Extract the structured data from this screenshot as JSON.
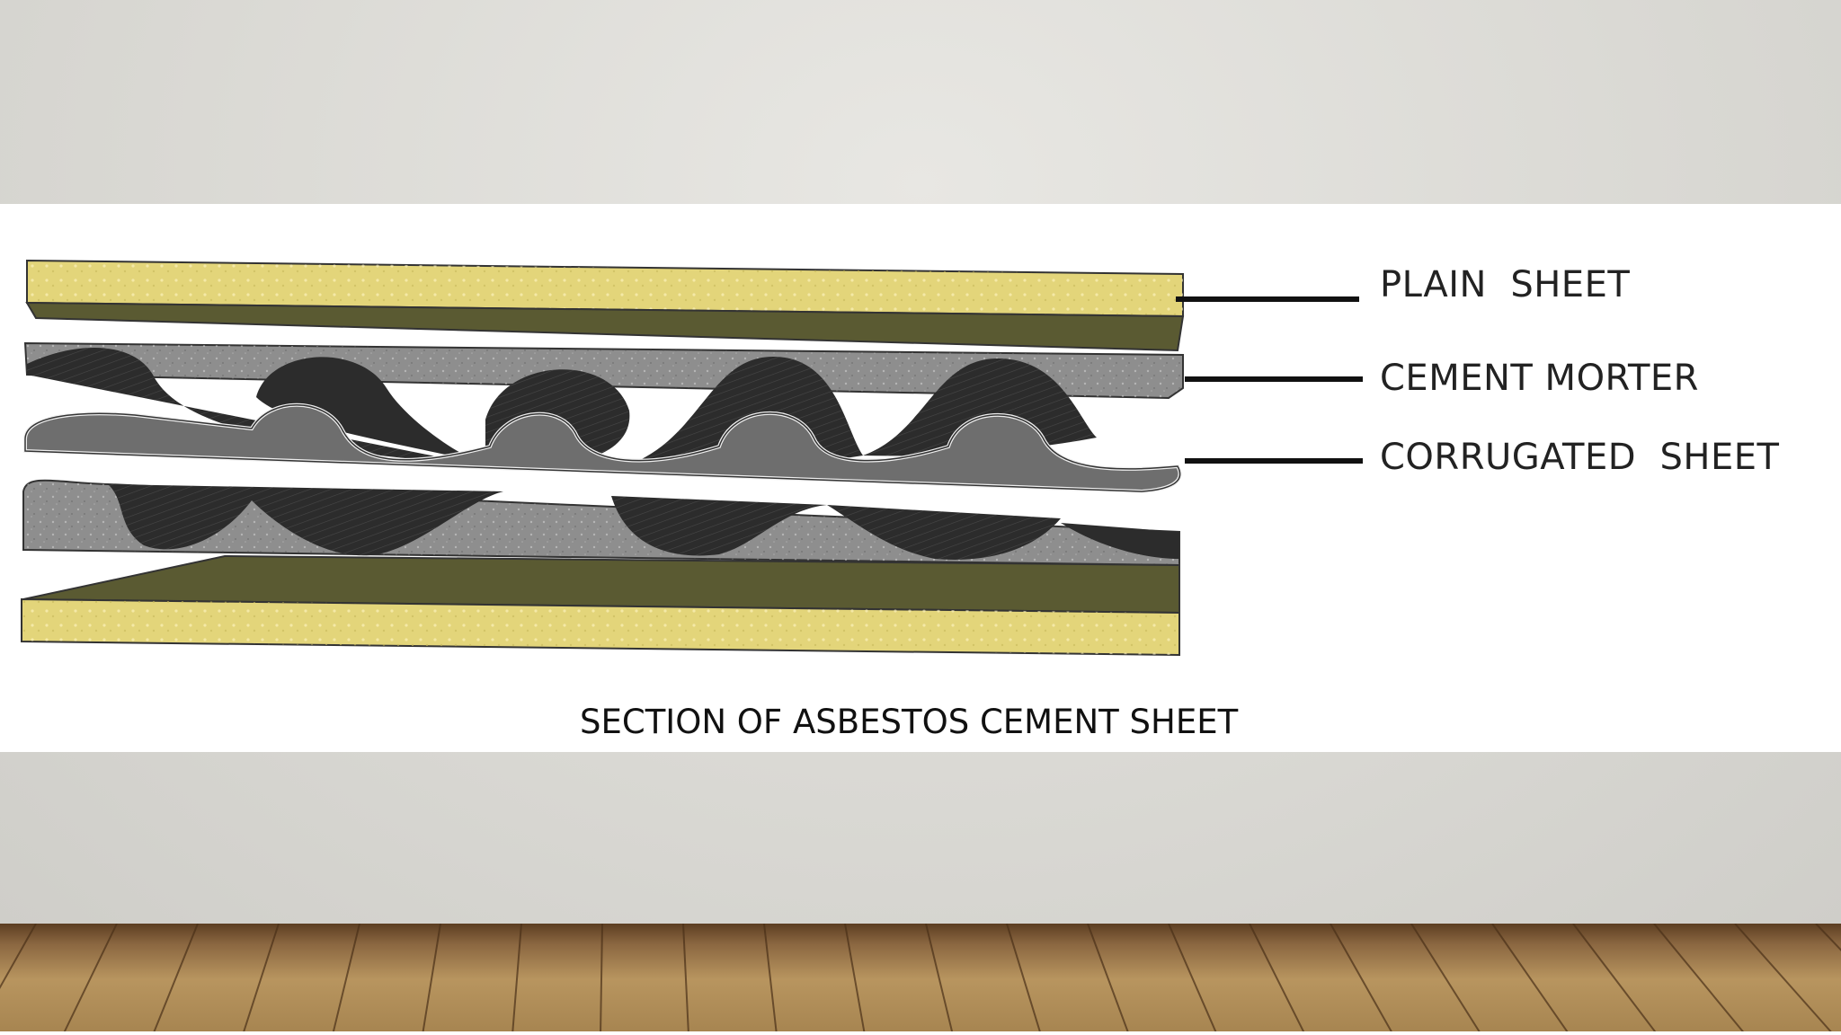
{
  "labels": {
    "plain_sheet": "PLAIN  SHEET",
    "cement_morter": "CEMENT MORTER",
    "corrugated_sheet": "CORRUGATED  SHEET"
  },
  "caption": "SECTION OF ASBESTOS CEMENT SHEET",
  "colors": {
    "plain_sheet_face": "#e3d57a",
    "plain_sheet_side": "#5a5a32",
    "cement_morter": "#8e8e8e",
    "corrugated_sheet": "#6e6e6e",
    "corrugation_shadow": "#2c2c2c",
    "leader_line": "#111111"
  }
}
